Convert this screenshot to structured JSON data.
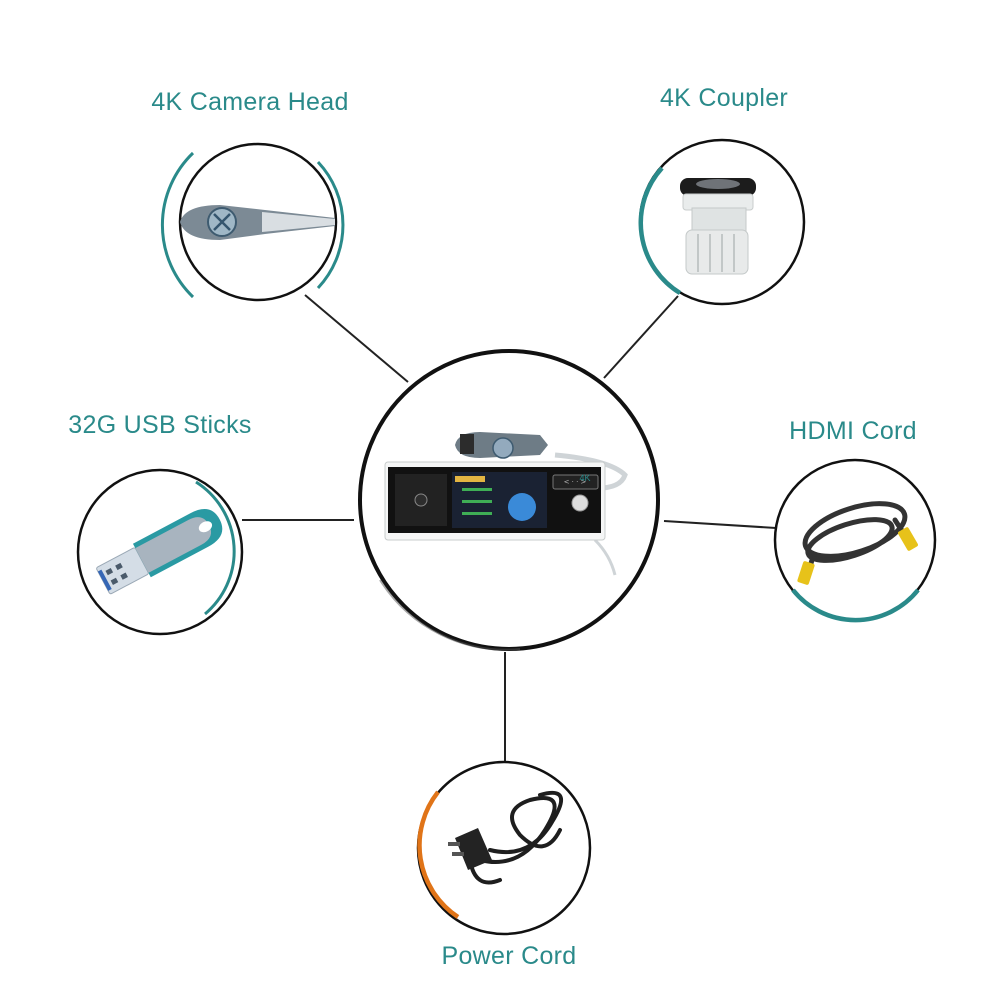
{
  "accessories": [
    {
      "label": "4K Camera Head",
      "icon": "camera-head-icon"
    },
    {
      "label": "4K Coupler",
      "icon": "coupler-icon"
    },
    {
      "label": "32G USB Sticks",
      "icon": "usb-stick-icon"
    },
    {
      "label": "HDMI Cord",
      "icon": "hdmi-cord-icon"
    },
    {
      "label": "Power Cord",
      "icon": "power-cord-icon"
    }
  ],
  "device": {
    "icon": "endoscope-camera-system-icon",
    "badge": "4K"
  },
  "colors": {
    "label": "#2a8a8a",
    "teal_arc": "#2a8a8a",
    "orange_arc": "#e07418",
    "outline": "#111111"
  }
}
